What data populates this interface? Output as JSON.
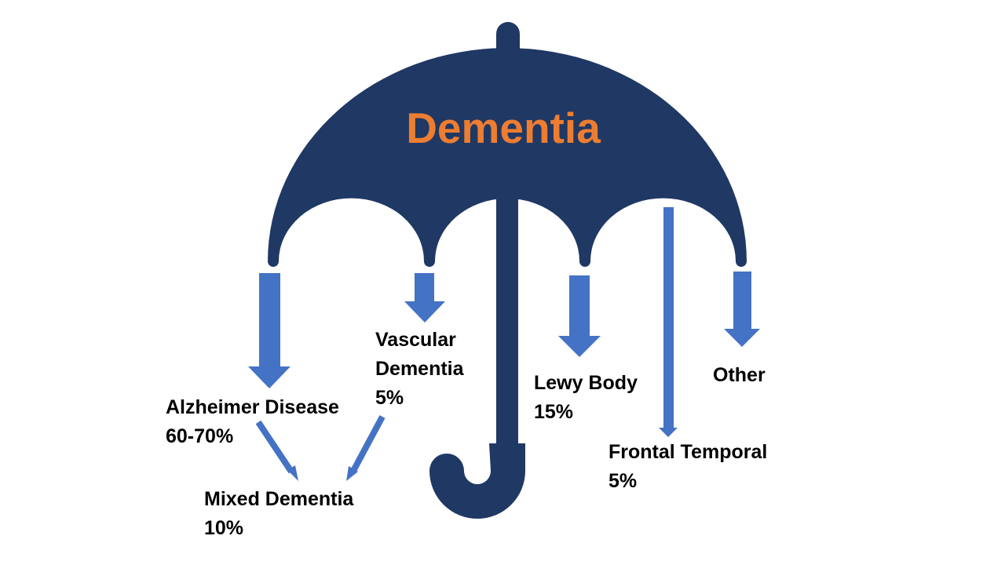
{
  "title": "Dementia",
  "colors": {
    "umbrella": "#203864",
    "arrow": "#4472C4",
    "title": "#ED7D31",
    "text": "#000000",
    "background": "#FFFFFF"
  },
  "categories": [
    {
      "id": "alzheimer",
      "name": "Alzheimer Disease",
      "share": "60-70%"
    },
    {
      "id": "vascular",
      "name_lines": [
        "Vascular",
        "Dementia"
      ],
      "share": "5%"
    },
    {
      "id": "lewy",
      "name": "Lewy Body",
      "share": "15%"
    },
    {
      "id": "frontal",
      "name": "Frontal Temporal",
      "share": "5%"
    },
    {
      "id": "other",
      "name": "Other",
      "share": ""
    },
    {
      "id": "mixed",
      "name": "Mixed Dementia",
      "share": "10%",
      "derived_from": [
        "Alzheimer Disease",
        "Vascular Dementia"
      ]
    }
  ]
}
